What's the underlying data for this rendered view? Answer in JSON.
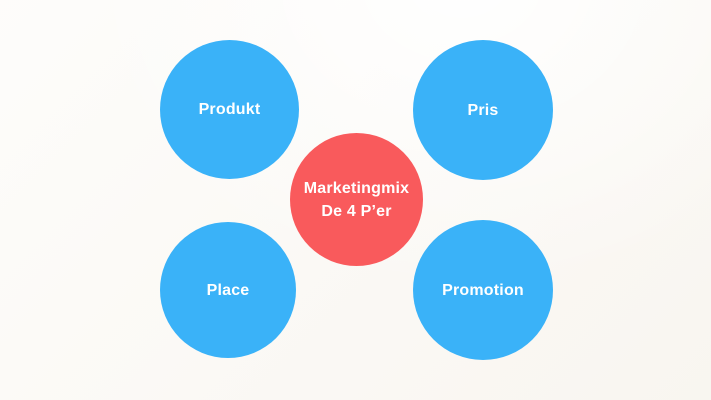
{
  "diagram": {
    "background_color": "#FCFAF6",
    "text_color": "#FFFFFF",
    "center_node": {
      "color": "#F95A5C",
      "lines": [
        "Marketingmix",
        "De 4 P’er"
      ]
    },
    "node_color": "#3AB2F8",
    "nodes": [
      {
        "id": "produkt",
        "label": "Produkt"
      },
      {
        "id": "pris",
        "label": "Pris"
      },
      {
        "id": "place",
        "label": "Place"
      },
      {
        "id": "promotion",
        "label": "Promotion"
      }
    ]
  }
}
